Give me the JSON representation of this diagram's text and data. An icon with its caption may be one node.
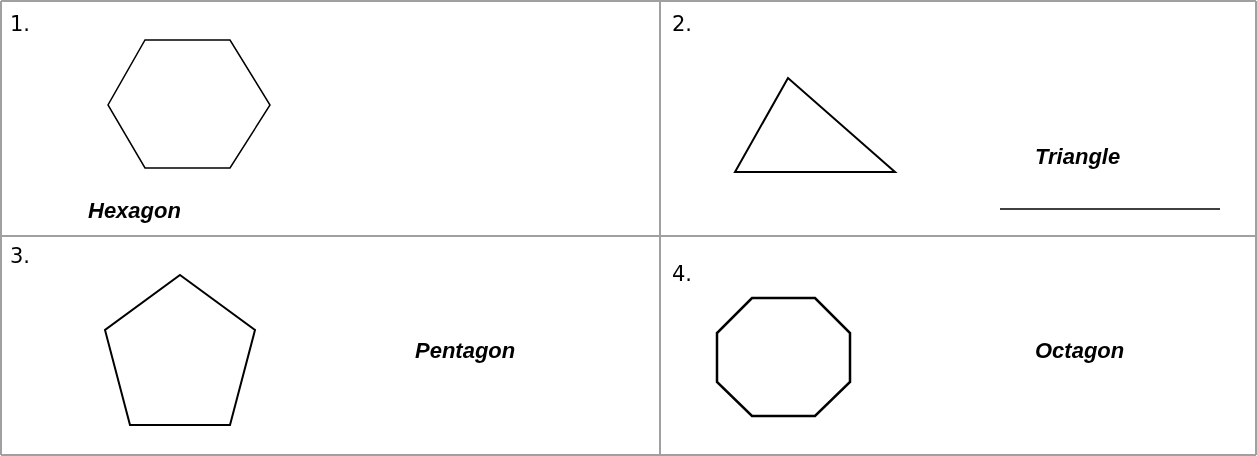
{
  "diagram": {
    "labels": [
      "1.",
      "Hexagon",
      "2.",
      "Triangle",
      "3.",
      "Pentagon",
      "4.",
      "Octagon"
    ]
  }
}
